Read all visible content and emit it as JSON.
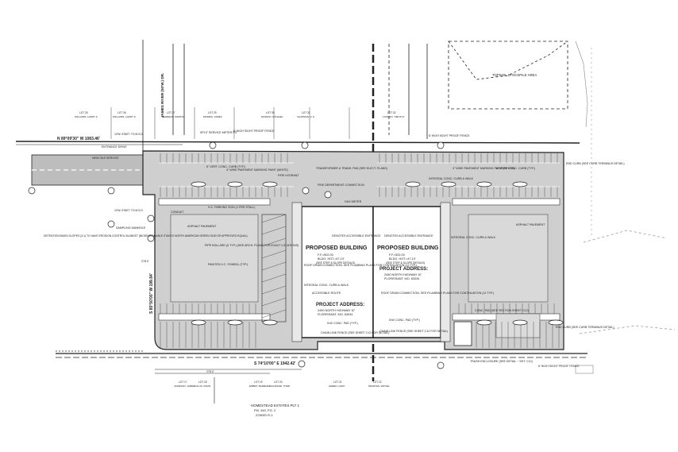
{
  "site": {
    "topsoil_area": "TOPSOIL STOCKPILE AREA",
    "road": "JAMES RIVER (50'W.) DR.",
    "rear_fence": "6' HIGH SIGHT PROOF FENCE",
    "split_service": "SPLIT SERVICE METER PIT",
    "sight_fence": "6' HIGH SIGHT PROOF FENCE",
    "entrance_drive": "ENTRANCE DRIVE",
    "new_gas": "NEW GAS SERVICE",
    "pavement_note": "4\" WIDE PAVEMENT MARKING PAINT (WHITE)",
    "pavement_note_right": "4\" WIDE PAVEMENT MARKING PAINT (WHITE)",
    "vert_curb": "6\" VERT. CONC. CURB (TYP.)",
    "vert_curb_right": "6\" VERT. CONC. CURB (TYP.)",
    "fire_hydrant": "FIRE HYDRANT",
    "transformer": "TRANSFORMER & TRANS. PAD (SEE ELECT. PLANS)",
    "fire_dept": "FIRE DEPARTMENT CONNECTION",
    "gas_meter": "GAS METER",
    "integral_curb": "INTEGRAL CONC. CURB & WALK",
    "end_curb": "END CURB (SEE CURB TERMINUS DETAIL)",
    "hc_sign": "H.C. PARKING SIGN (1 PER STALL)",
    "conduit": "CONDUIT",
    "asphalt": "ASPHALT PAVEMENT",
    "asphalt_right": "ASPHALT PAVEMENT",
    "pipe_bollard": "PIPE BOLLARD (6 TYP.) (SEE ARCH. PLANS FOR EXACT LOCATIONS)",
    "painted_hc": "PAINTED H.C. SYMBOL (TYP.)",
    "roof_drain": "ROOF DRAIN CONNECTION- SEE PLUMBING PLANS FOR CONTINUATION (12 TYP.)",
    "roof_drain_right": "ROOF DRAIN CONNECTION- SEE PLUMBING PLANS FOR CONTINUATION (12 TYP.)",
    "accessible_route": "ACCESSIBLE ROUTE",
    "integral_walk": "INTEGRAL CONC. CURB & WALK",
    "integral_right": "INTEGRAL CONC. CURB & WALK",
    "denotes_accessible": "DENOTES ACCESSIBLE ENTRANCE",
    "denotes_accessible_right": "DENOTES ACCESSIBLE ENTRANCE",
    "conc_pad": "5'x6' CONC. PAD (TYP.)",
    "conc_pad_right": "5'x6' CONC. PAD (TYP.)",
    "chain_link": "CHAIN LINK FENCE (SEE SHEET C12 FOR DETAIL)",
    "chain_link_right": "CHAIN LINK FENCE (SEE SHEET C12 FOR DETAIL)",
    "conc_pad_section": "CONC. PAD (SEE SECTION SHEET C12)",
    "trash": "TRASH ENCLOSURE (SEE DETAIL ~ SHT. C12)",
    "end_curb_bottom": "END CURB (SEE CURB TERMINUS DETAIL)",
    "bottom_fence": "6' HIGH SIGHT PROOF FENCE",
    "sampling": "SAMPLING MANHOLE",
    "erosion": "DETENTION BASIN SLOPES (3:1) TO HAVE EROSION CONTROL BLANKET (BIODEGRADABLE STAKES NORTH AMERICAN GREEN S150 OR APPROVED EQUAL)"
  },
  "buildings": {
    "left": {
      "title": "PROPOSED BUILDING",
      "ff": "F.F.=502.00",
      "area": "BLDG. HGT.=47.13'",
      "note": "(SEE STEP & SLOPE DETAILS)",
      "address_title": "PROJECT ADDRESS:",
      "address_line1": "2490 NORTH HIGHWAY 67",
      "address_line2": "FLORISSANT, MO. 63034"
    },
    "right": {
      "title": "PROPOSED BUILDING",
      "ff": "F.F.=502.00",
      "area": "BLDG. HGT.=47.13'",
      "note": "(SEE STEP & SLOPE DETAILS)",
      "address_title": "PROJECT ADDRESS:",
      "address_line1": "2490 NORTH HIGHWAY 67",
      "address_line2": "FLORISSANT, MO. 63034"
    }
  },
  "dimensions": {
    "north": "N 89°09'30\" W 1083.46'",
    "west": "S 85°50'00\" W 199.84'",
    "south": "S 74°10'00\" E 1942.42'",
    "d278a": "278.0'",
    "d278b": "278.0'",
    "d12esmt1": "10'W. ESM'T. TO M.S.D.",
    "d12esmt2": "10'W. ESM'T. TO M.S.D."
  },
  "plat": {
    "line1": "HOMESTEAD ESTATES PLT 1",
    "line2": "P.B. 340, PG. 2",
    "line3": "ZONED R-1"
  },
  "lots": [
    {
      "n": "LOT 25",
      "o": "WILLIAMS, LARRY &"
    },
    {
      "n": "LOT 26",
      "o": "WILLIAMS, LARRY &"
    },
    {
      "n": "LOT 27",
      "o": "BEHRENS, MARTIN"
    },
    {
      "n": "LOT 29",
      "o": "MORRIS, JAMES"
    },
    {
      "n": "LOT 30",
      "o": "MURPHY, MICHAEL"
    },
    {
      "n": "LOT 31",
      "o": "CHAPMAN, V. &"
    },
    {
      "n": "LOT 32",
      "o": "LANDON, TIMOTHY"
    }
  ],
  "bottom_lots": [
    {
      "n": "LOT 17",
      "o": "JOHNSON, JAMES"
    },
    {
      "n": "LOT 18",
      "o": "COLLIS, DAVID"
    },
    {
      "n": "LOT 19",
      "o": "EMBRY, BARBARA"
    },
    {
      "n": "LOT 20",
      "o": "SCHAFFER, TODD"
    },
    {
      "n": "LOT 21",
      "o": "GREEN, GARY"
    },
    {
      "n": "LOT 22",
      "o": "PEOPLES, WAYNE"
    }
  ],
  "colors": {
    "line": "#1a1a1a",
    "pavement": "#c9c9c9",
    "paper": "#ffffff"
  }
}
